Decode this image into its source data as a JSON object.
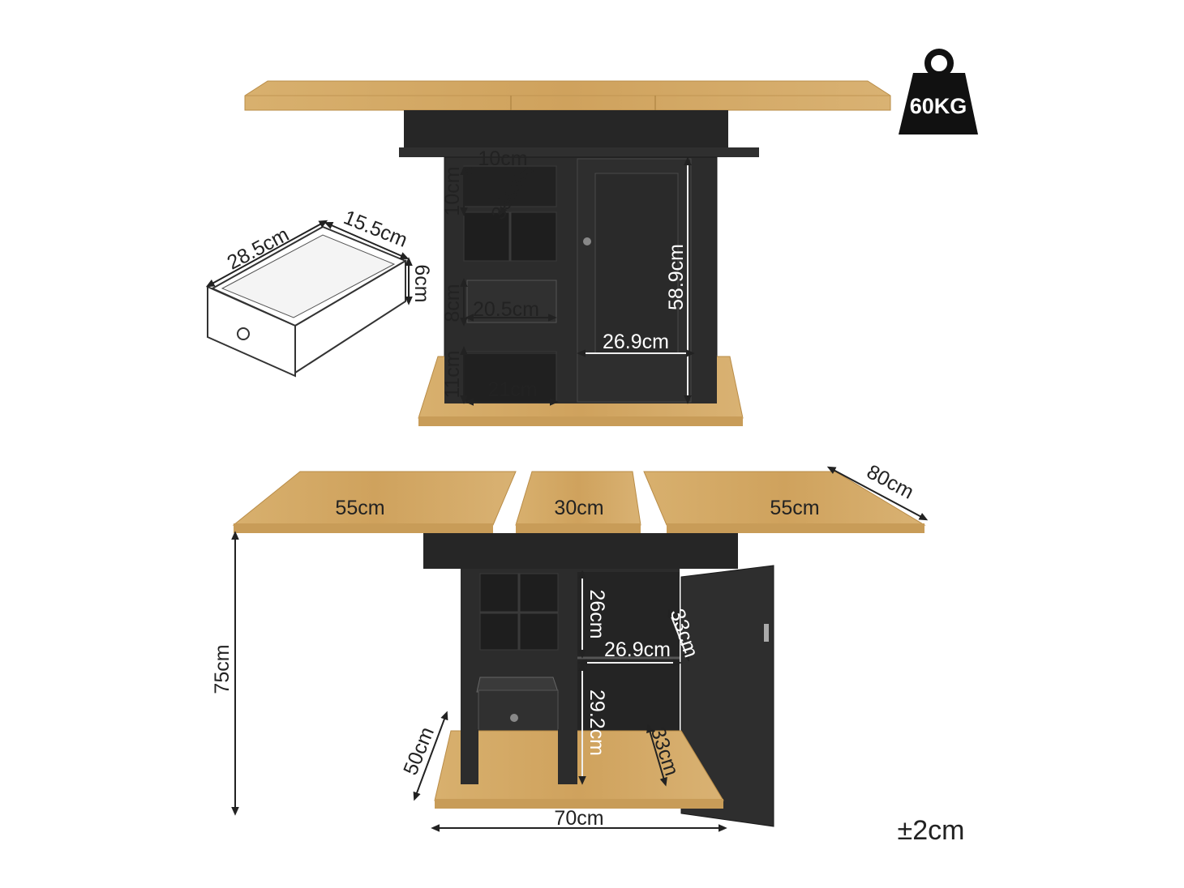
{
  "weight": {
    "icon": "weight-icon",
    "label": "60KG"
  },
  "tolerance": "±2cm",
  "colors": {
    "wood": "#d3a864",
    "wood_edge": "#b98c47",
    "body": "#2c2c2c",
    "body_dark": "#1e1e1e",
    "ink": "#222222"
  },
  "drawer_detail": {
    "width": "28.5cm",
    "depth": "15.5cm",
    "height": "6cm"
  },
  "top_view": {
    "cube_width": "10cm",
    "cube_height": "10cm",
    "cube_depth": "33cm",
    "drawer_height": "8cm",
    "drawer_width": "20.5cm",
    "bottom_height": "11cm",
    "bottom_width": "21cm",
    "door_height": "58.9cm",
    "door_width": "26.9cm"
  },
  "bottom_view": {
    "left_leaf": "55cm",
    "center_leaf": "30cm",
    "right_leaf": "55cm",
    "table_depth": "80cm",
    "table_height": "75cm",
    "cabinet_upper_height": "26cm",
    "cabinet_inner_width": "26.9cm",
    "cabinet_upper_depth": "33cm",
    "cabinet_lower_height": "29.2cm",
    "cabinet_lower_depth": "33cm",
    "base_depth": "50cm",
    "base_width": "70cm"
  }
}
